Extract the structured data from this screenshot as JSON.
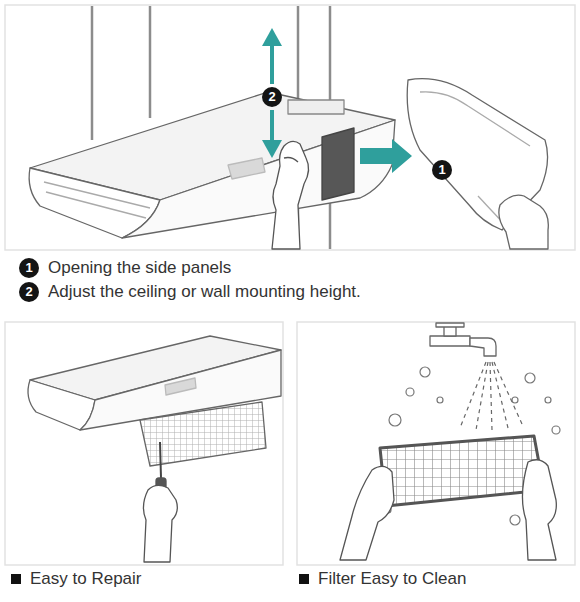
{
  "diagram": {
    "labels": [
      "2",
      "1",
      "1",
      "Opening the side panels",
      "2",
      "Adjust the ceiling or wall mounting height.",
      "Easy to Repair",
      "Filter Easy to Clean"
    ]
  }
}
